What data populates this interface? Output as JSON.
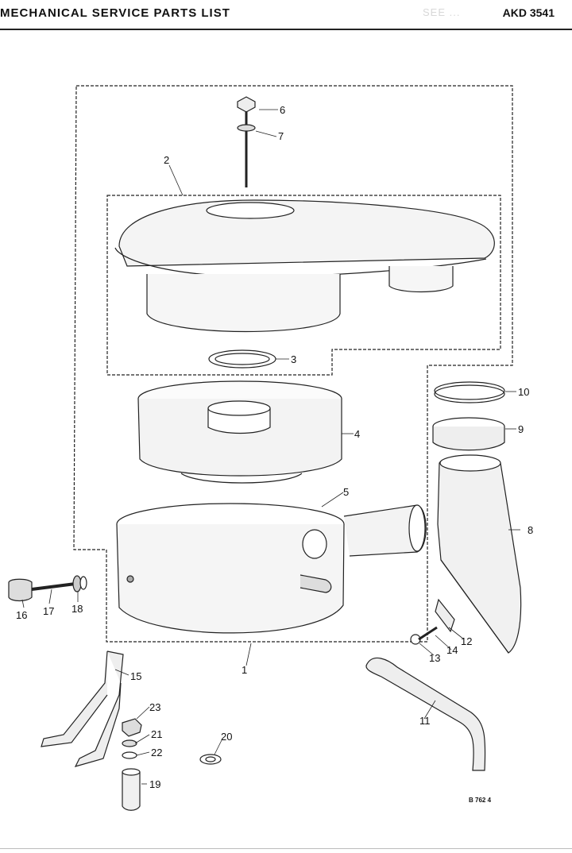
{
  "header": {
    "title": "MECHANICAL SERVICE PARTS LIST",
    "faint_text": "SEE ...",
    "code": "AKD 3541"
  },
  "diagram": {
    "reference": "B 762 4",
    "callouts": [
      "1",
      "2",
      "3",
      "4",
      "5",
      "6",
      "7",
      "8",
      "9",
      "10",
      "11",
      "12",
      "13",
      "14",
      "15",
      "16",
      "17",
      "18",
      "19",
      "20",
      "21",
      "22",
      "23"
    ]
  }
}
